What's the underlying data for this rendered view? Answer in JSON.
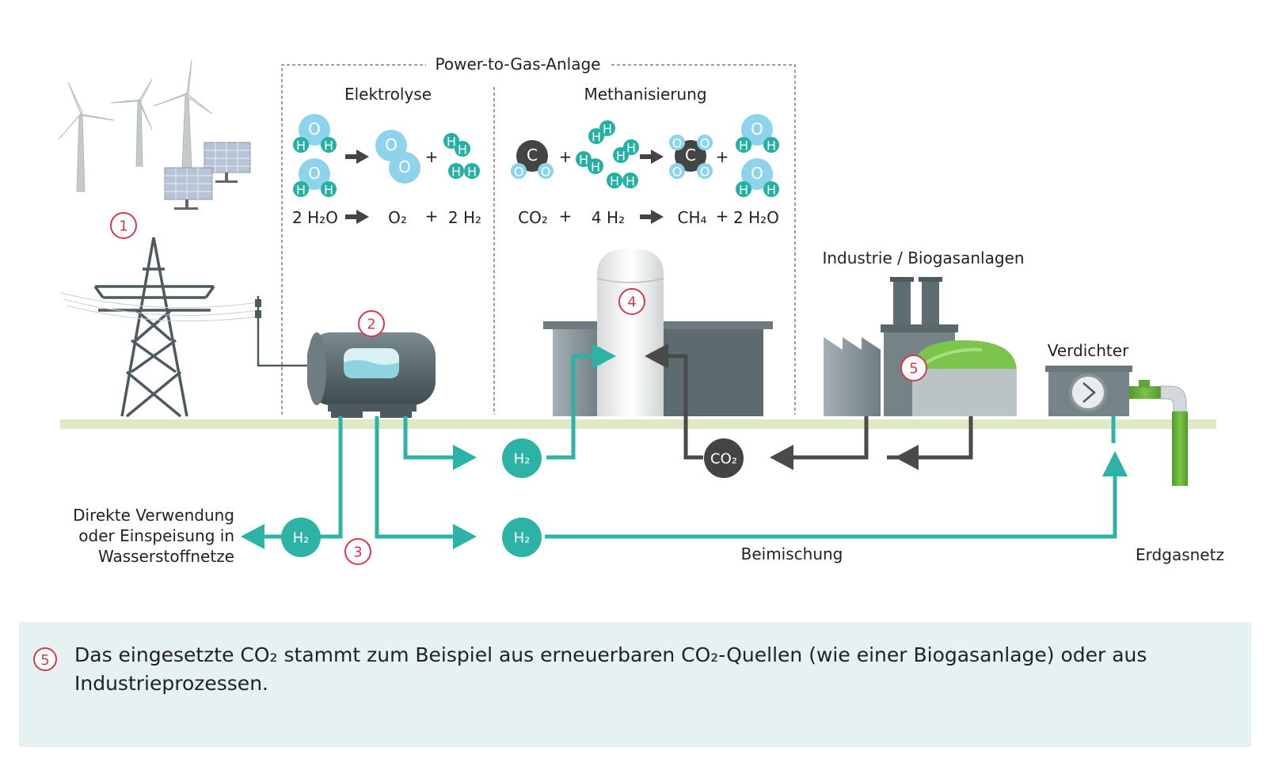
{
  "title": "Power-to-Gas-Anlage",
  "sections": {
    "elektrolyse": "Elektrolyse",
    "methanisierung": "Methanisierung"
  },
  "equations": {
    "elektrolyse": [
      "2 H₂O",
      "O₂",
      "+",
      "2 H₂"
    ],
    "methanisierung": [
      "CO₂",
      "+",
      "4 H₂",
      "CH₄",
      "+",
      "2 H₂O"
    ]
  },
  "atoms": {
    "h": "H",
    "o": "O",
    "c": "C"
  },
  "labels": {
    "industrie": "Industrie / Biogasanlagen",
    "verdichter": "Verdichter",
    "erdgasnetz": "Erdgasnetz",
    "beimischung": "Beimischung",
    "direkt": [
      "Direkte Verwendung",
      "oder Einspeisung in",
      "Wasserstoffnetze"
    ],
    "h2": "H₂",
    "co2": "CO₂"
  },
  "markers": [
    "1",
    "2",
    "3",
    "4",
    "5"
  ],
  "footnote": {
    "number": "5",
    "text": "Das eingesetzte CO₂ stammt zum Beispiel aus erneuerbaren CO₂-Quellen (wie einer Biogasanlage) oder aus Industrieprozessen."
  },
  "colors": {
    "teal": "#2db3a6",
    "dark": "#4a4a4a",
    "marker": "#d23a4f",
    "ground": "#e0e9c5",
    "note_bg": "#e5f2f1",
    "gas_green": "#6ab04c"
  }
}
